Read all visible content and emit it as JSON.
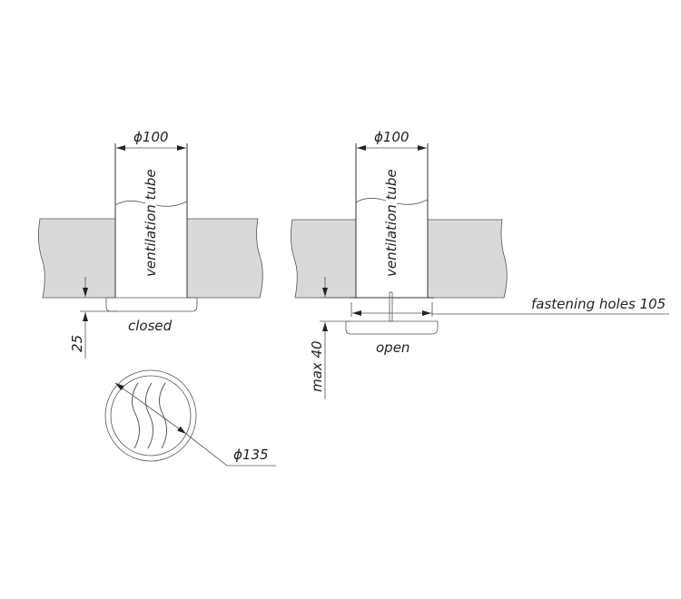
{
  "left_view": {
    "diameter_label": "ϕ100",
    "tube_label": "ventilation tube",
    "gap_label": "25",
    "state_label": "closed"
  },
  "right_view": {
    "diameter_label": "ϕ100",
    "tube_label": "ventilation tube",
    "fastening_label": "fastening holes 105",
    "gap_label": "max 40",
    "state_label": "open"
  },
  "front_view": {
    "diameter_label": "ϕ135"
  }
}
